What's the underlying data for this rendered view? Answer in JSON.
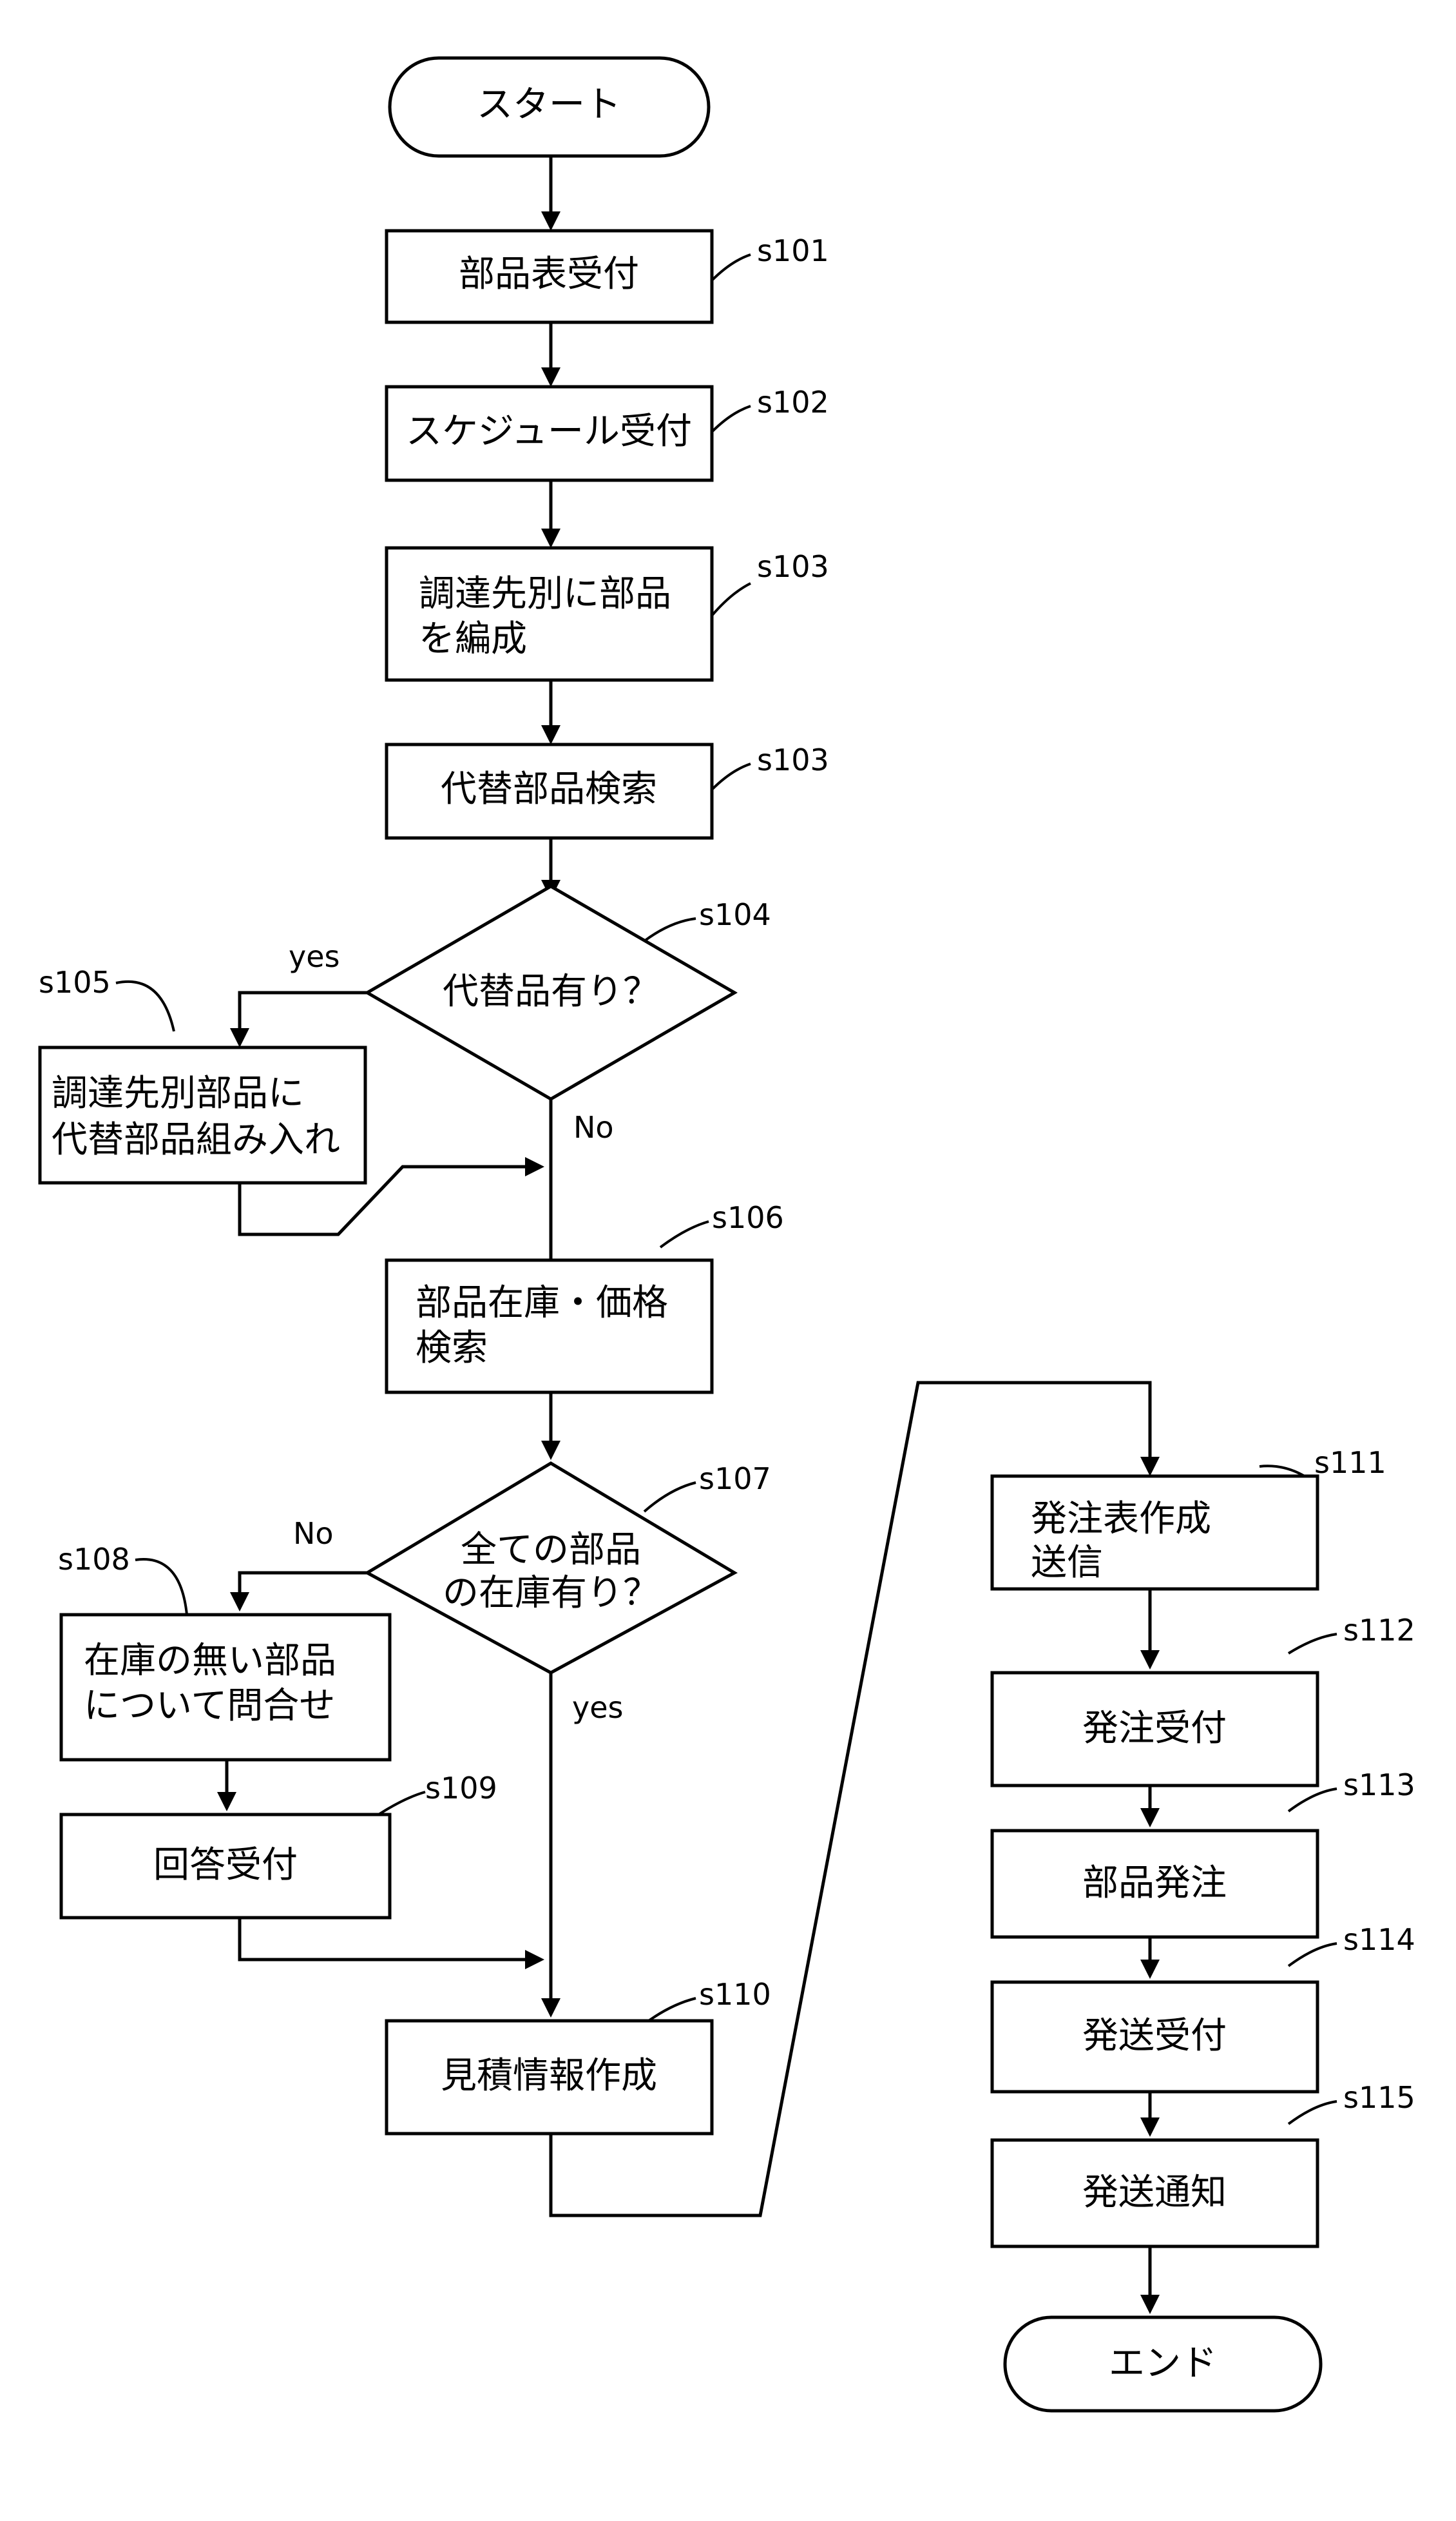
{
  "nodes": {
    "start": {
      "text": "スタート"
    },
    "s101": {
      "text": "部品表受付",
      "step": "s101"
    },
    "s102": {
      "text": "スケジュール受付",
      "step": "s102"
    },
    "s103a": {
      "line1": "調達先別に部品",
      "line2": "を編成",
      "step": "s103"
    },
    "s103b": {
      "text": "代替部品検索",
      "step": "s103"
    },
    "s104": {
      "text": "代替品有り？",
      "step": "s104"
    },
    "s105": {
      "line1": "調達先別部品に",
      "line2": "代替部品組み入れ",
      "step": "s105"
    },
    "s106": {
      "line1": "部品在庫・価格",
      "line2": "検索",
      "step": "s106"
    },
    "s107": {
      "line1": "全ての部品",
      "line2": "の在庫有り？",
      "step": "s107"
    },
    "s108": {
      "line1": "在庫の無い部品",
      "line2": "について問合せ",
      "step": "s108"
    },
    "s109": {
      "text": "回答受付",
      "step": "s109"
    },
    "s110": {
      "text": "見積情報作成",
      "step": "s110"
    },
    "s111": {
      "line1": "発注表作成",
      "line2": "送信",
      "step": "s111"
    },
    "s112": {
      "text": "発注受付",
      "step": "s112"
    },
    "s113": {
      "text": "部品発注",
      "step": "s113"
    },
    "s114": {
      "text": "発送受付",
      "step": "s114"
    },
    "s115": {
      "text": "発送通知",
      "step": "s115"
    },
    "end": {
      "text": "エンド"
    }
  },
  "edge_labels": {
    "s104_yes": "yes",
    "s104_no": "No",
    "s107_no": "No",
    "s107_yes": "yes"
  }
}
